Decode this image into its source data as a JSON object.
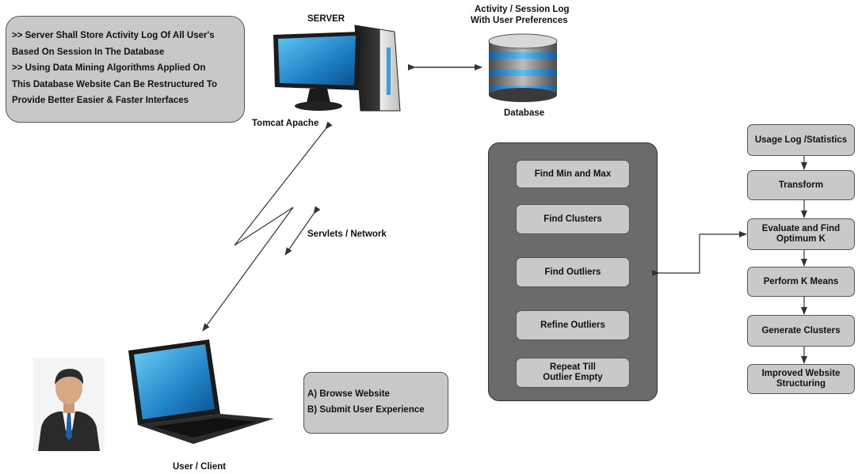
{
  "server_note": {
    "lines": [
      ">> Server Shall Store Activity Log Of All User's",
      "Based On Session In The Database",
      ">> Using Data Mining Algorithms Applied On",
      "This Database Website Can Be Restructured To",
      "Provide Better Easier & Faster Interfaces"
    ]
  },
  "labels": {
    "server": "SERVER",
    "tomcat": "Tomcat Apache",
    "activity_log_line1": "Activity / Session Log",
    "activity_log_line2": "With User Preferences",
    "database": "Database",
    "servlets": "Servlets / Network",
    "user_client": "User / Client"
  },
  "client_note": {
    "lines": [
      "A) Browse Website",
      "B) Submit User Experience"
    ]
  },
  "outlier_steps": [
    "Find Min and Max",
    "Find Clusters",
    "Find Outliers",
    "Refine Outliers",
    "Repeat Till Outlier Empty"
  ],
  "flow_steps": [
    "Usage Log /Statistics",
    "Transform",
    "Evaluate and Find Optimum K",
    "Perform K Means",
    "Generate Clusters",
    "Improved Website Structuring"
  ],
  "icons": [
    "server-computer-icon",
    "database-icon",
    "laptop-icon",
    "business-user-icon"
  ]
}
